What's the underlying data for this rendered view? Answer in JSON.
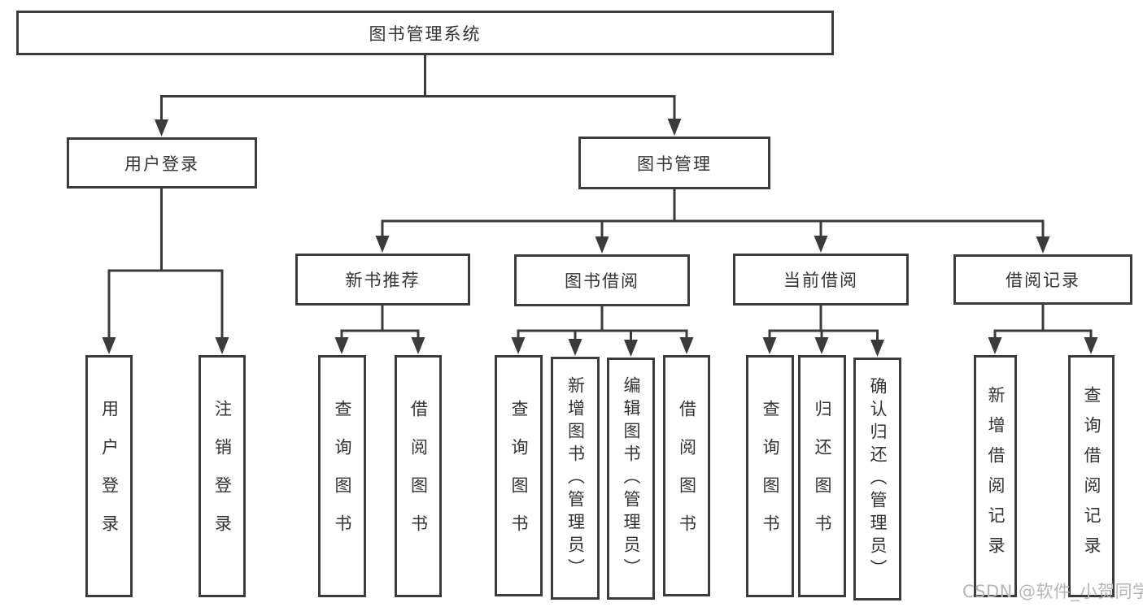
{
  "diagram_title": "图书管理系统",
  "tree": {
    "label": "图书管理系统",
    "children": [
      {
        "label": "用户登录",
        "children": [
          {
            "label": "用户登录"
          },
          {
            "label": "注销登录"
          }
        ]
      },
      {
        "label": "图书管理",
        "children": [
          {
            "label": "新书推荐",
            "children": [
              {
                "label": "查询图书"
              },
              {
                "label": "借阅图书"
              }
            ]
          },
          {
            "label": "图书借阅",
            "children": [
              {
                "label": "查询图书"
              },
              {
                "label": "新增图书（管理员）"
              },
              {
                "label": "编辑图书（管理员）"
              },
              {
                "label": "借阅图书"
              }
            ]
          },
          {
            "label": "当前借阅",
            "children": [
              {
                "label": "查询图书"
              },
              {
                "label": "归还图书"
              },
              {
                "label": "确认归还（管理员）"
              }
            ]
          },
          {
            "label": "借阅记录",
            "children": [
              {
                "label": "新增借阅记录"
              },
              {
                "label": "查询借阅记录"
              }
            ]
          }
        ]
      }
    ]
  },
  "watermark": {
    "text": "CSDN @软件_小贺同学"
  },
  "colors": {
    "line": "#3b3b3b",
    "box_border": "#3b3b3b",
    "text": "#333333",
    "watermark": "#b6b6b6",
    "background": "#ffffff"
  }
}
